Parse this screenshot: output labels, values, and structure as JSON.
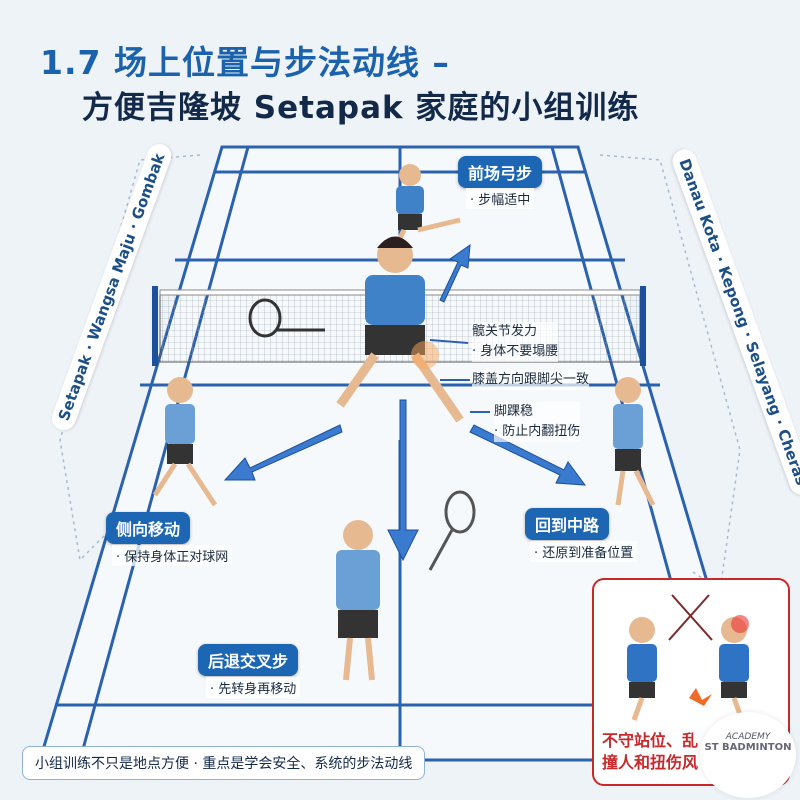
{
  "title": {
    "line1": "1.7 场上位置与步法动线 –",
    "line2": "方便吉隆坡 Setapak 家庭的小组训练"
  },
  "areas": {
    "left": "Setapak · Wangsa Maju · Gombak",
    "right": "Danau Kota · Kepong · Selayang · Cheras"
  },
  "moves": [
    {
      "label": "前场弓步",
      "tip": "· 步幅适中"
    },
    {
      "label": "侧向移动",
      "tip": "· 保持身体正对球网"
    },
    {
      "label": "回到中路",
      "tip": "· 还原到准备位置"
    },
    {
      "label": "后退交叉步",
      "tip": "· 先转身再移动"
    }
  ],
  "body_notes": [
    {
      "main": "髋关节发力",
      "sub": "· 身体不要塌腰"
    },
    {
      "main": "膝盖方向跟脚尖一致"
    },
    {
      "main": "脚踝稳",
      "sub": "· 防止内翻扭伤"
    }
  ],
  "footer": "小组训练不只是地点方便 · 重点是学会安全、系统的步法动线",
  "warning": {
    "line1": "不守站位、乱",
    "line2": "撞人和扭伤风"
  },
  "logo": {
    "top": "ACADEMY",
    "brand": "ST BADMINTON"
  },
  "colors": {
    "court_line": "#2a62b0",
    "accent": "#1c66b4",
    "warning": "#c8282a",
    "shirt": "#3f82c8"
  }
}
